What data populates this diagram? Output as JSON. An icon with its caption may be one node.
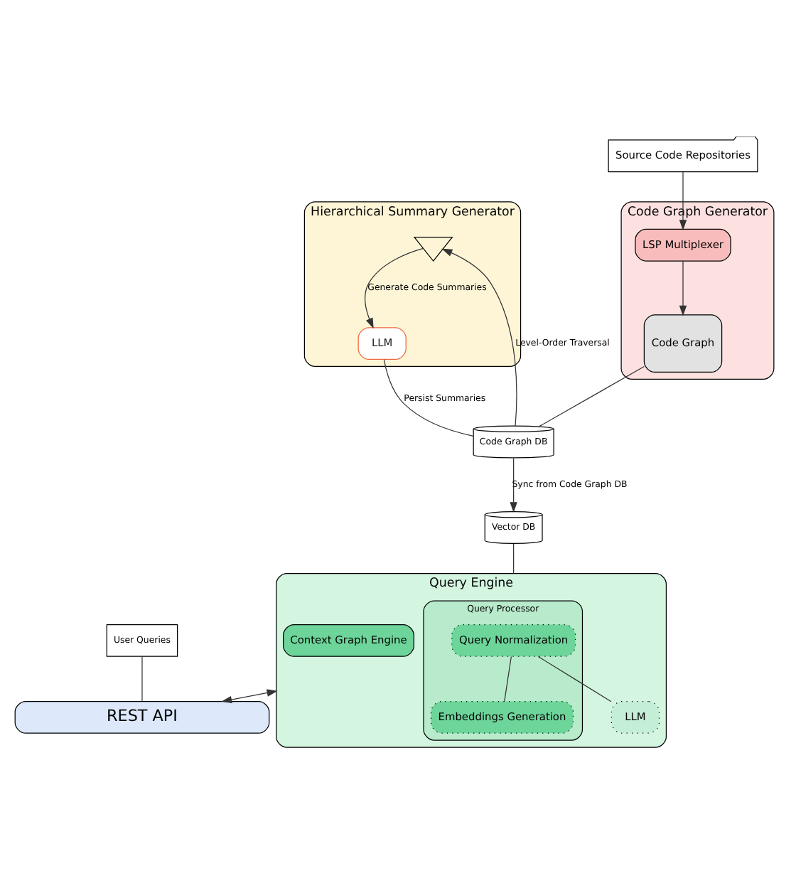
{
  "diagram": {
    "nodes": [
      {
        "text": [
          "Code Graph Generator"
        ]
      },
      {
        "text": [
          "LSP Multiplexer"
        ],
        "in": 0
      },
      {
        "text": [
          "Code Graph"
        ],
        "in": 0
      },
      {
        "text": [
          "Source Code Repositories"
        ]
      },
      {
        "text": [
          "Code Graph DB"
        ]
      },
      {
        "text": [
          "Hierarchical Summary Generator"
        ]
      },
      {
        "text": [],
        "shape": "tree",
        "in": 5
      },
      {
        "text": [
          "LLM"
        ],
        "in": 5
      },
      {
        "text": [
          "Query Engine"
        ]
      },
      {
        "text": [
          "Query Processor"
        ],
        "in": 8
      },
      {
        "text": [
          "Query Normalization"
        ],
        "in": 9
      },
      {
        "text": [
          "Embeddings Generation"
        ],
        "in": 9
      },
      {
        "text": [
          "LLM"
        ],
        "in": 8
      },
      {
        "text": [
          "Context Graph Engine"
        ],
        "in": 8
      },
      {
        "text": [
          "Vector DB"
        ]
      },
      {
        "text": [
          "REST API"
        ]
      },
      {
        "text": [
          "User Queries"
        ]
      }
    ],
    "edges": [
      {
        "from": 3,
        "to": 1,
        "arrow": "to"
      },
      {
        "from": 1,
        "to": 2,
        "arrow": "to"
      },
      {
        "from": 2,
        "to": 4,
        "arrow": "none"
      },
      {
        "from": 4,
        "to": 6,
        "arrow": "to",
        "label": "Level-Order Traversal"
      },
      {
        "from": 6,
        "to": 7,
        "arrow": "to",
        "label": "Generate Code Summaries"
      },
      {
        "from": 7,
        "to": 4,
        "arrow": "none",
        "label": "Persist Summaries"
      },
      {
        "from": 4,
        "to": 14,
        "arrow": "to",
        "label": "Sync from Code Graph DB"
      },
      {
        "from": 14,
        "to": 8,
        "arrow": "none"
      },
      {
        "from": 10,
        "to": 12,
        "arrow": "none"
      },
      {
        "from": 10,
        "to": 11,
        "arrow": "none"
      },
      {
        "from": 8,
        "to": 15,
        "arrow": "both"
      },
      {
        "from": 16,
        "to": 15,
        "arrow": "none"
      }
    ]
  }
}
